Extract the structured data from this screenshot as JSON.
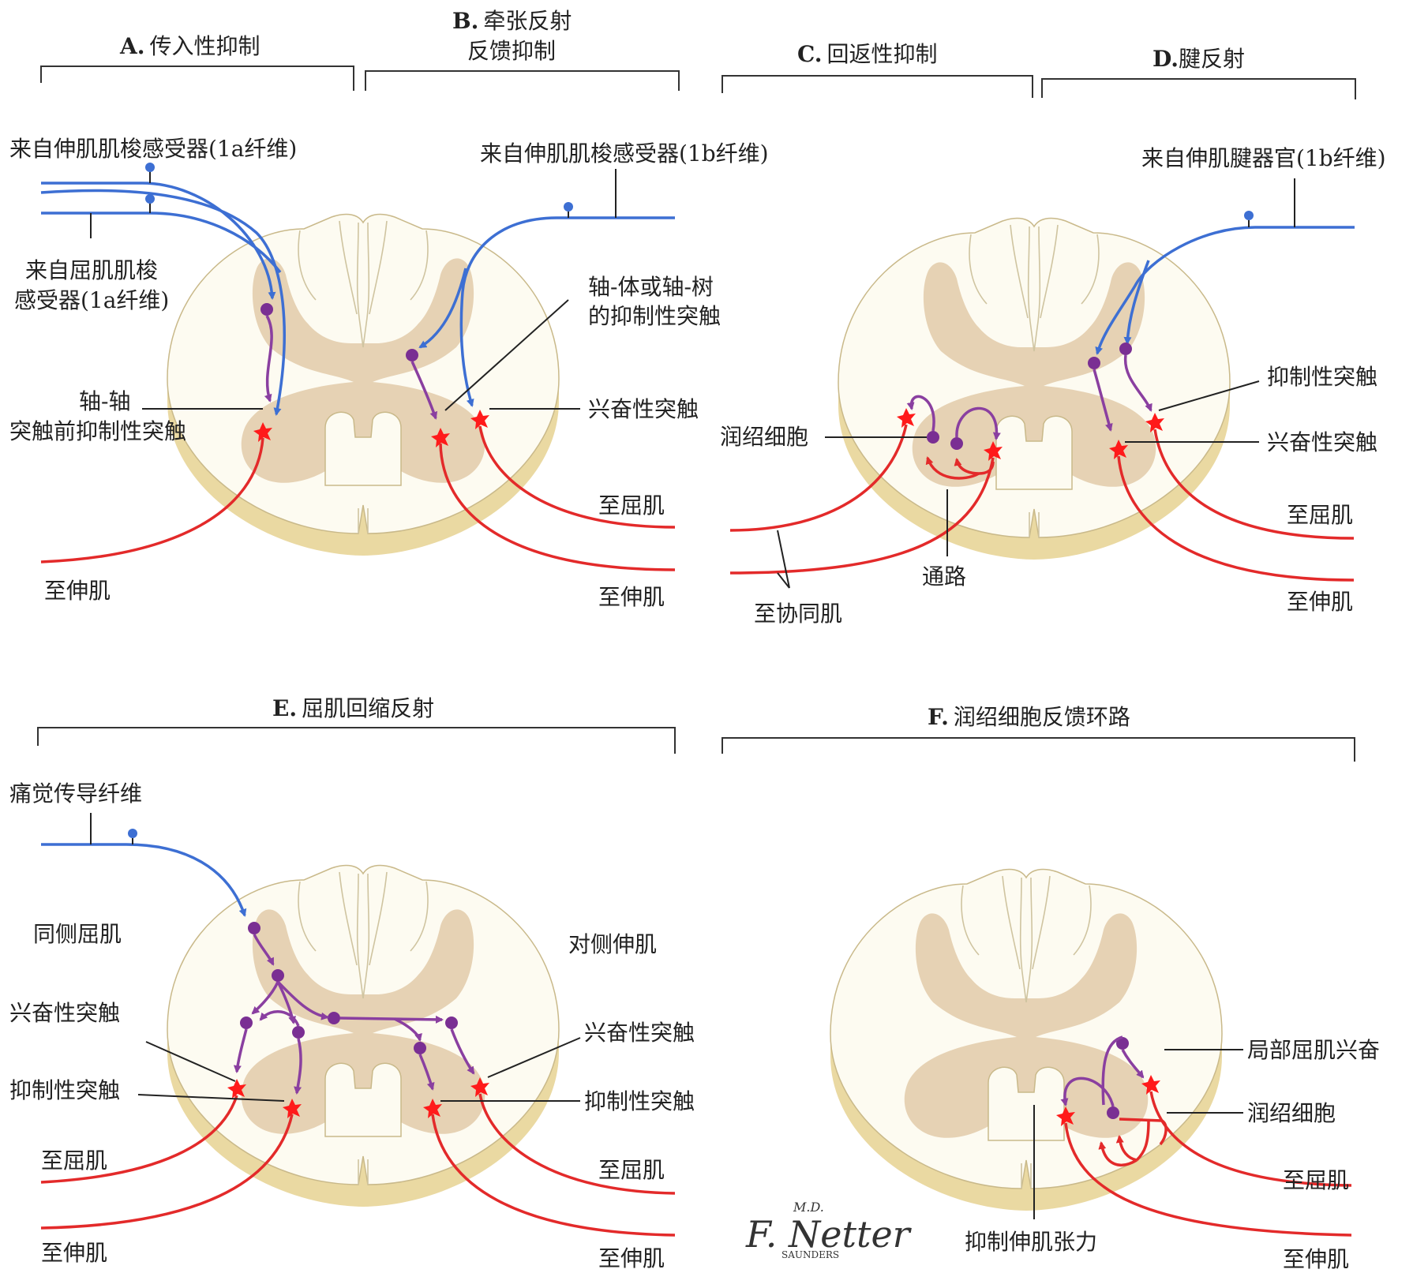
{
  "panels": {
    "A": {
      "letter": "A.",
      "title": "传入性抑制"
    },
    "B": {
      "letter": "B.",
      "title_line1": "牵张反射",
      "title_line2": "反馈抑制"
    },
    "C": {
      "letter": "C.",
      "title": "回返性抑制"
    },
    "D": {
      "letter": "D.",
      "title": "腱反射"
    },
    "E": {
      "letter": "E.",
      "title": "屈肌回缩反射"
    },
    "F": {
      "letter": "F.",
      "title": "润绍细胞反馈环路"
    }
  },
  "labels": {
    "a_ext_spindle": "来自伸肌肌梭感受器(1a纤维)",
    "a_flex_spindle_1": "来自屈肌肌梭",
    "a_flex_spindle_2": "感受器(1a纤维)",
    "a_axoaxonic_1": "轴-轴",
    "a_axoaxonic_2": "突触前抑制性突触",
    "a_to_extensor": "至伸肌",
    "b_ext_spindle": "来自伸肌肌梭感受器(1b纤维)",
    "b_axosomatic_1": "轴-体或轴-树",
    "b_axosomatic_2": "的抑制性突触",
    "b_excitatory": "兴奋性突触",
    "b_to_flexor": "至屈肌",
    "b_to_extensor": "至伸肌",
    "c_renshaw": "润绍细胞",
    "c_pathway": "通路",
    "c_to_synergist": "至协同肌",
    "d_tendon_organ": "来自伸肌腱器官(1b纤维)",
    "d_inhibitory": "抑制性突触",
    "d_excitatory": "兴奋性突触",
    "d_to_flexor": "至屈肌",
    "d_to_extensor": "至伸肌",
    "e_pain_fiber": "痛觉传导纤维",
    "e_ipsi_flexor": "同侧屈肌",
    "e_contra_extensor": "对侧伸肌",
    "e_excitatory_left": "兴奋性突触",
    "e_inhibitory_left": "抑制性突触",
    "e_to_flexor_left": "至屈肌",
    "e_to_extensor_left": "至伸肌",
    "e_excitatory_right": "兴奋性突触",
    "e_inhibitory_right": "抑制性突触",
    "e_to_flexor_right": "至屈肌",
    "e_to_extensor_right": "至伸肌",
    "f_local_flexor": "局部屈肌兴奋",
    "f_renshaw": "润绍细胞",
    "f_to_flexor": "至屈肌",
    "f_to_extensor": "至伸肌",
    "f_inhibit_extensor_tone": "抑制伸肌张力"
  },
  "signature": {
    "name": "F. Netter",
    "md": "M.D.",
    "publisher": "SAUNDERS"
  },
  "colors": {
    "afferent": "#3d6fd3",
    "efferent": "#e32a2a",
    "interneuron": "#8a3fa0",
    "gray_matter": "#e6d2b4",
    "white_matter": "#fdfbf1"
  }
}
